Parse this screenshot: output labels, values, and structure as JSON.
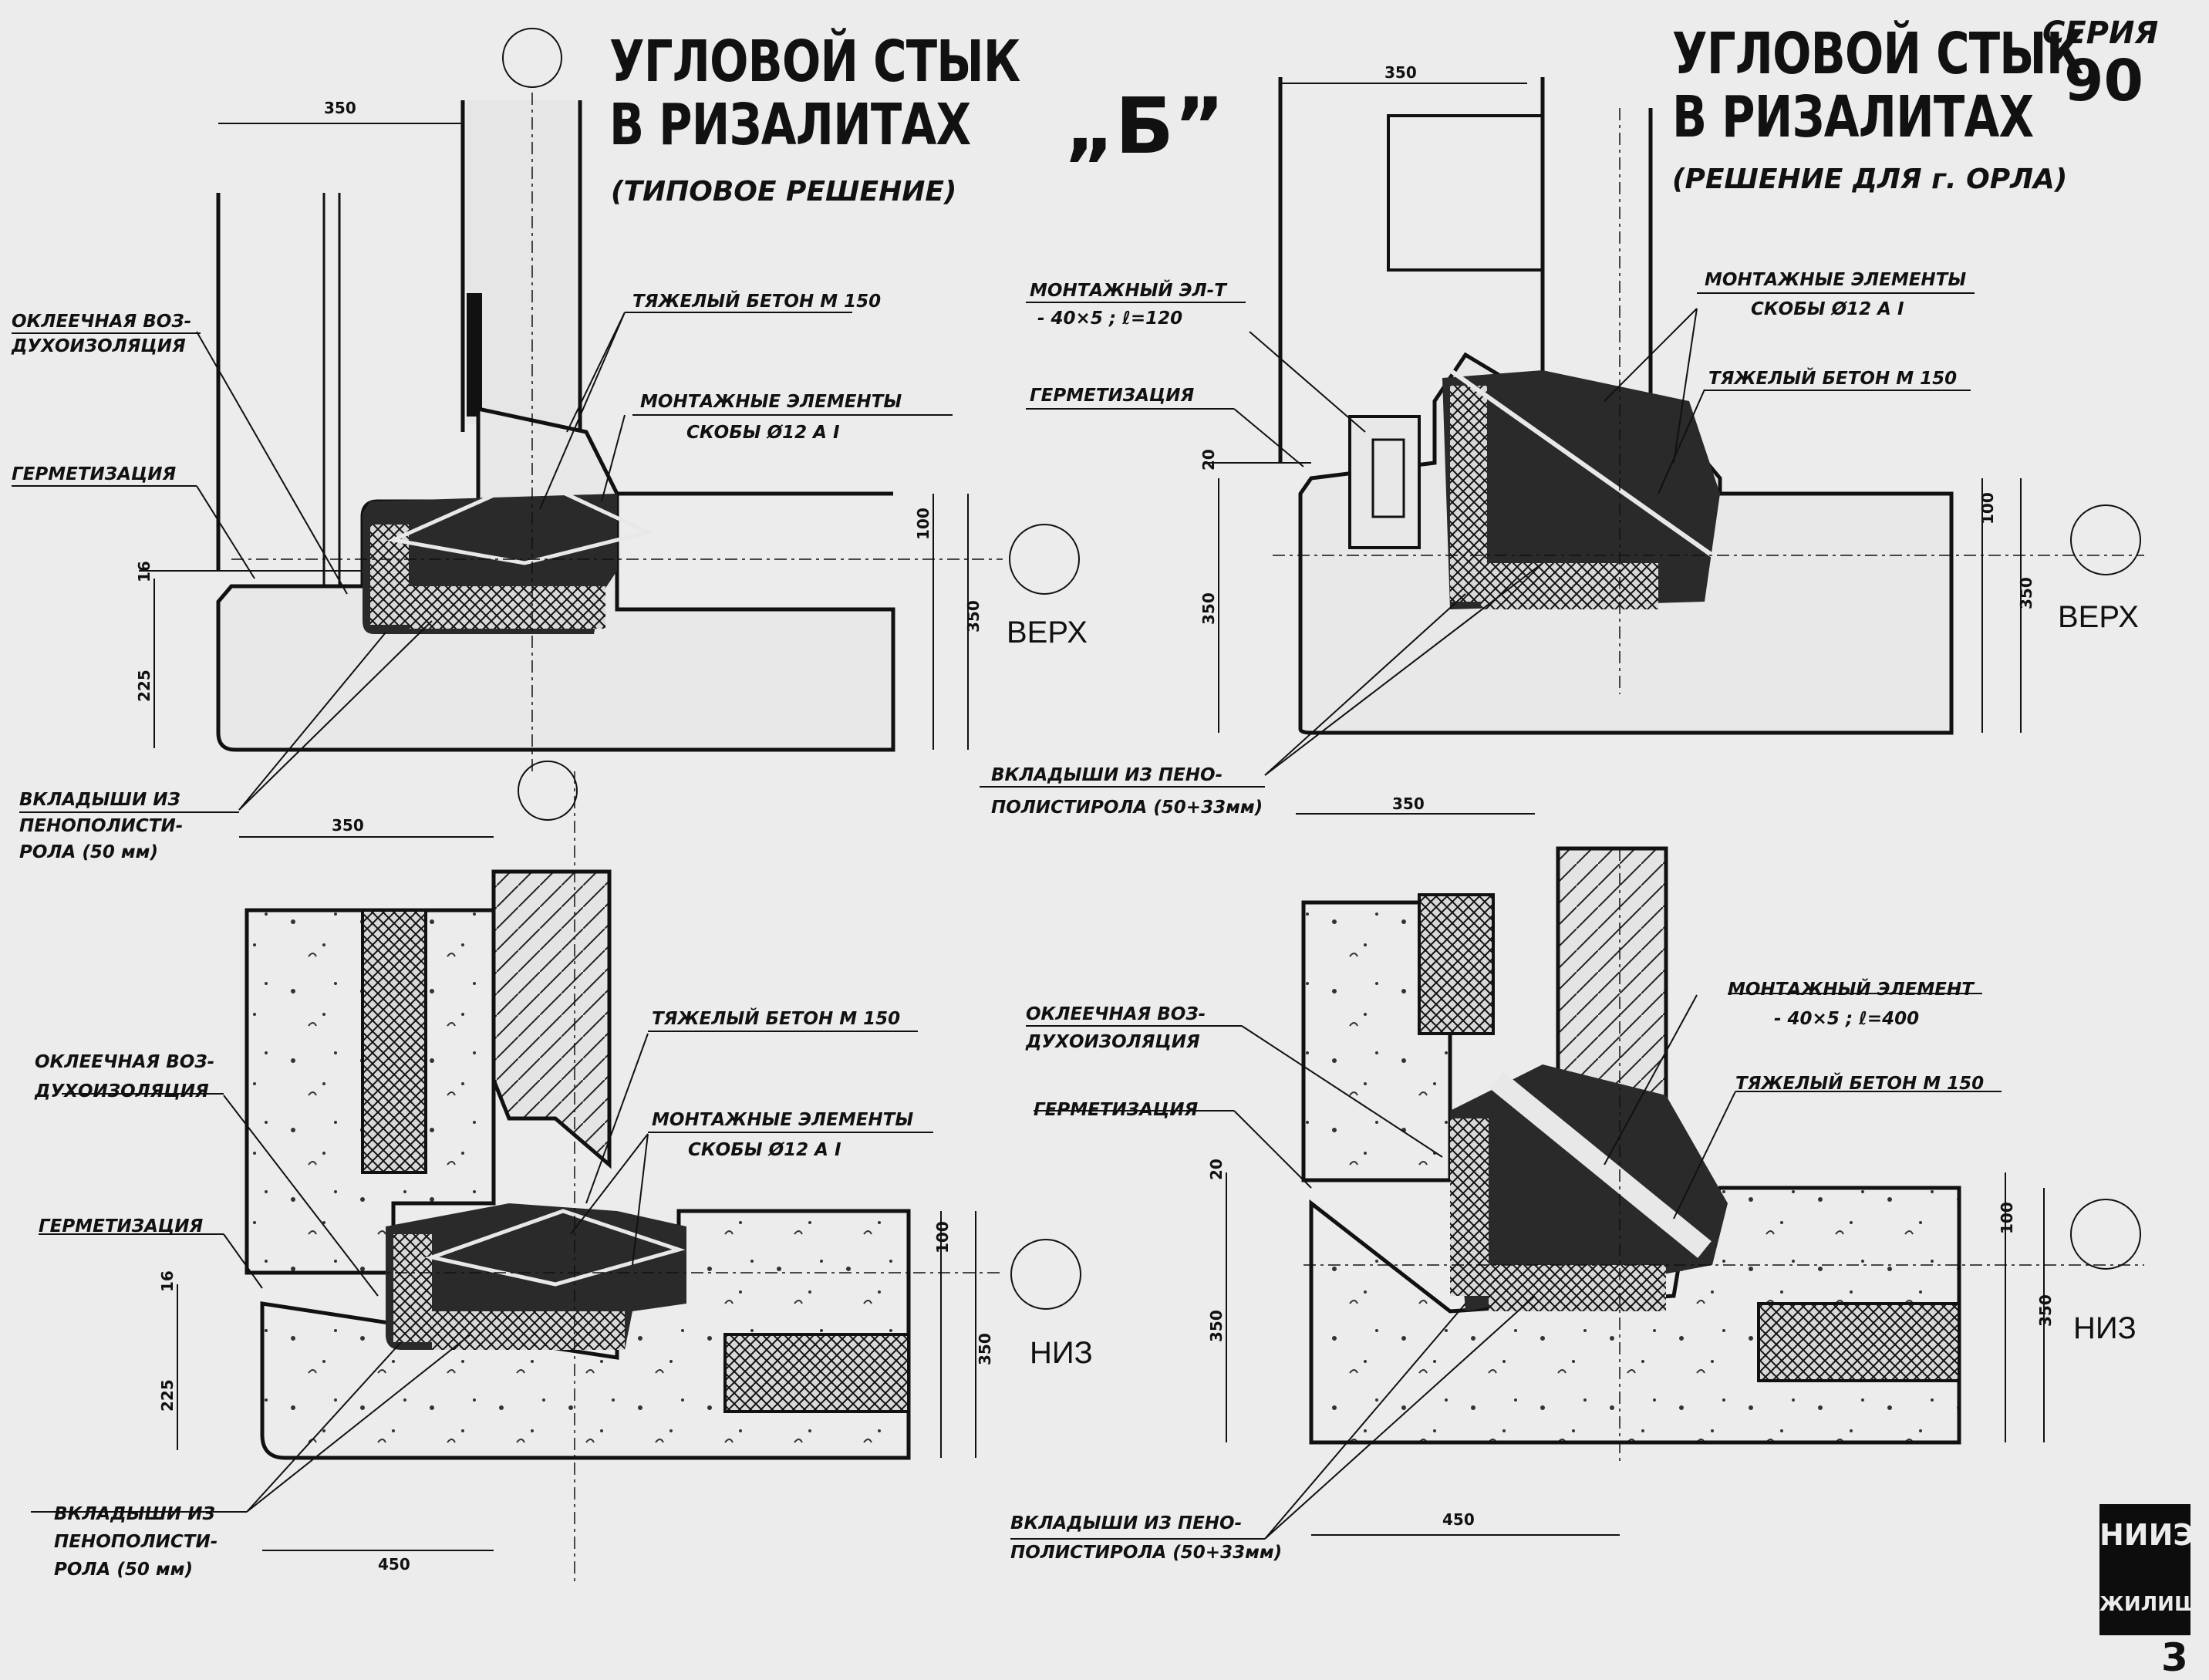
{
  "titles": {
    "left_line1": "УГЛОВОЙ СТЫК",
    "left_line2": "В РИЗАЛИТАХ",
    "left_sub": "(ТИПОВОЕ РЕШЕНИЕ)",
    "center_mark": "„Б”",
    "right_line1": "УГЛОВОЙ СТЫК",
    "right_line2": "В РИЗАЛИТАХ",
    "right_sub": "(РЕШЕНИЕ ДЛЯ г. ОРЛА)",
    "series_label": "СЕРИЯ",
    "series_number": "90"
  },
  "labels": {
    "okleechnaya_1": "ОКЛЕЕЧНАЯ ВОЗ-",
    "okleechnaya_2": "ДУХОИЗОЛЯЦИЯ",
    "germetizatsiya": "ГЕРМЕТИЗАЦИЯ",
    "beton": "ТЯЖЕЛЫЙ БЕТОН М 150",
    "montazh_elementy": "МОНТАЖНЫЕ ЭЛЕМЕНТЫ",
    "skoby": "СКОБЫ Ø12 А I",
    "vkladyshi_1": "ВКЛАДЫШИ ИЗ",
    "vkladyshi_2": "ПЕНОПОЛИСТИ-",
    "vkladyshi_3": "РОЛА (50 мм)",
    "vkladyshi_r1": "ВКЛАДЫШИ ИЗ ПЕНО-",
    "vkladyshi_r2": "ПОЛИСТИРОЛА (50+33мм)",
    "montazh_el_t_1": "МОНТАЖНЫЙ ЭЛ-Т",
    "montazh_el_t_2": "- 40×5 ; ℓ=120",
    "montazh_element_1": "МОНТАЖНЫЙ ЭЛЕМЕНТ",
    "montazh_element_2": "- 40×5 ; ℓ=400",
    "verh": "ВЕРХ",
    "niz": "НИЗ"
  },
  "dimensions": {
    "d350": "350",
    "d450": "450",
    "d100": "100",
    "d225": "225",
    "d16": "16",
    "d20": "20"
  },
  "stamp": {
    "line1": "НИИЭП",
    "line2": "ЖИЛИЩА",
    "sheet": "3"
  }
}
